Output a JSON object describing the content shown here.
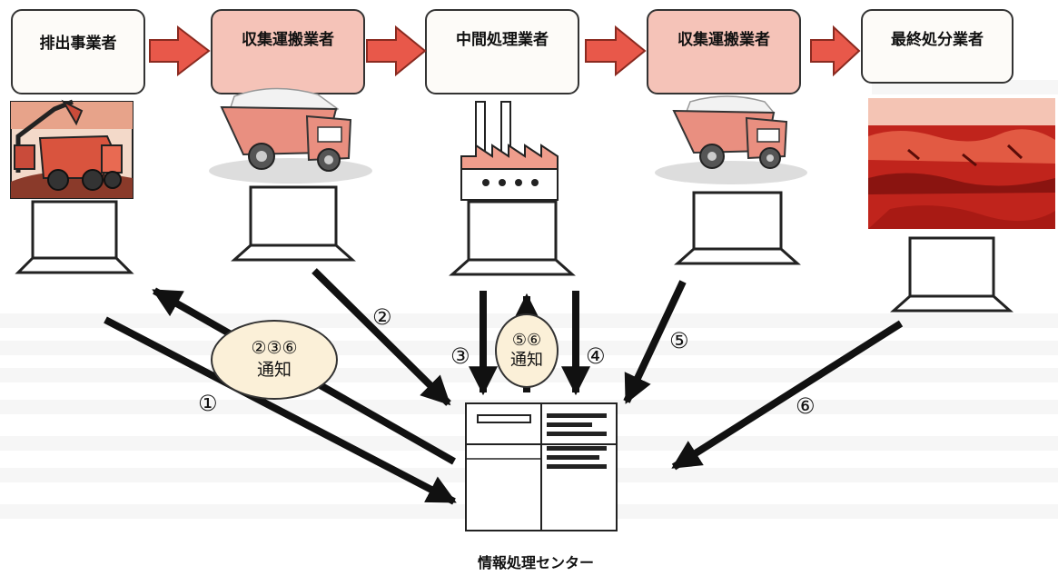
{
  "stages": [
    {
      "id": "emitter",
      "label": "排出事業者"
    },
    {
      "id": "collector-1",
      "label": "収集運搬業者"
    },
    {
      "id": "intermediate",
      "label": "中間処理業者"
    },
    {
      "id": "collector-2",
      "label": "収集運搬業者"
    },
    {
      "id": "final",
      "label": "最終処分業者"
    }
  ],
  "center": {
    "label": "情報処理センター"
  },
  "notifications": {
    "left": {
      "numbers": "②③⑥",
      "text": "通知"
    },
    "center": {
      "numbers": "⑤⑥",
      "text": "通知"
    }
  },
  "steps": {
    "s1": "①",
    "s2": "②",
    "s3": "③",
    "s4": "④",
    "s5": "⑤",
    "s6": "⑥"
  },
  "colors": {
    "flow_arrow": "#e8584a",
    "flow_arrow_stroke": "#8a2a20",
    "box_pink": "#f5c3b8",
    "box_white": "#fdfbf8",
    "ellipse": "#fbf0d8",
    "truck_body": "#e98f80",
    "scene_red": "#c0241c"
  },
  "icons": [
    "truck-icon",
    "factory-icon",
    "laptop-icon",
    "landfill-icon",
    "server-icon"
  ]
}
